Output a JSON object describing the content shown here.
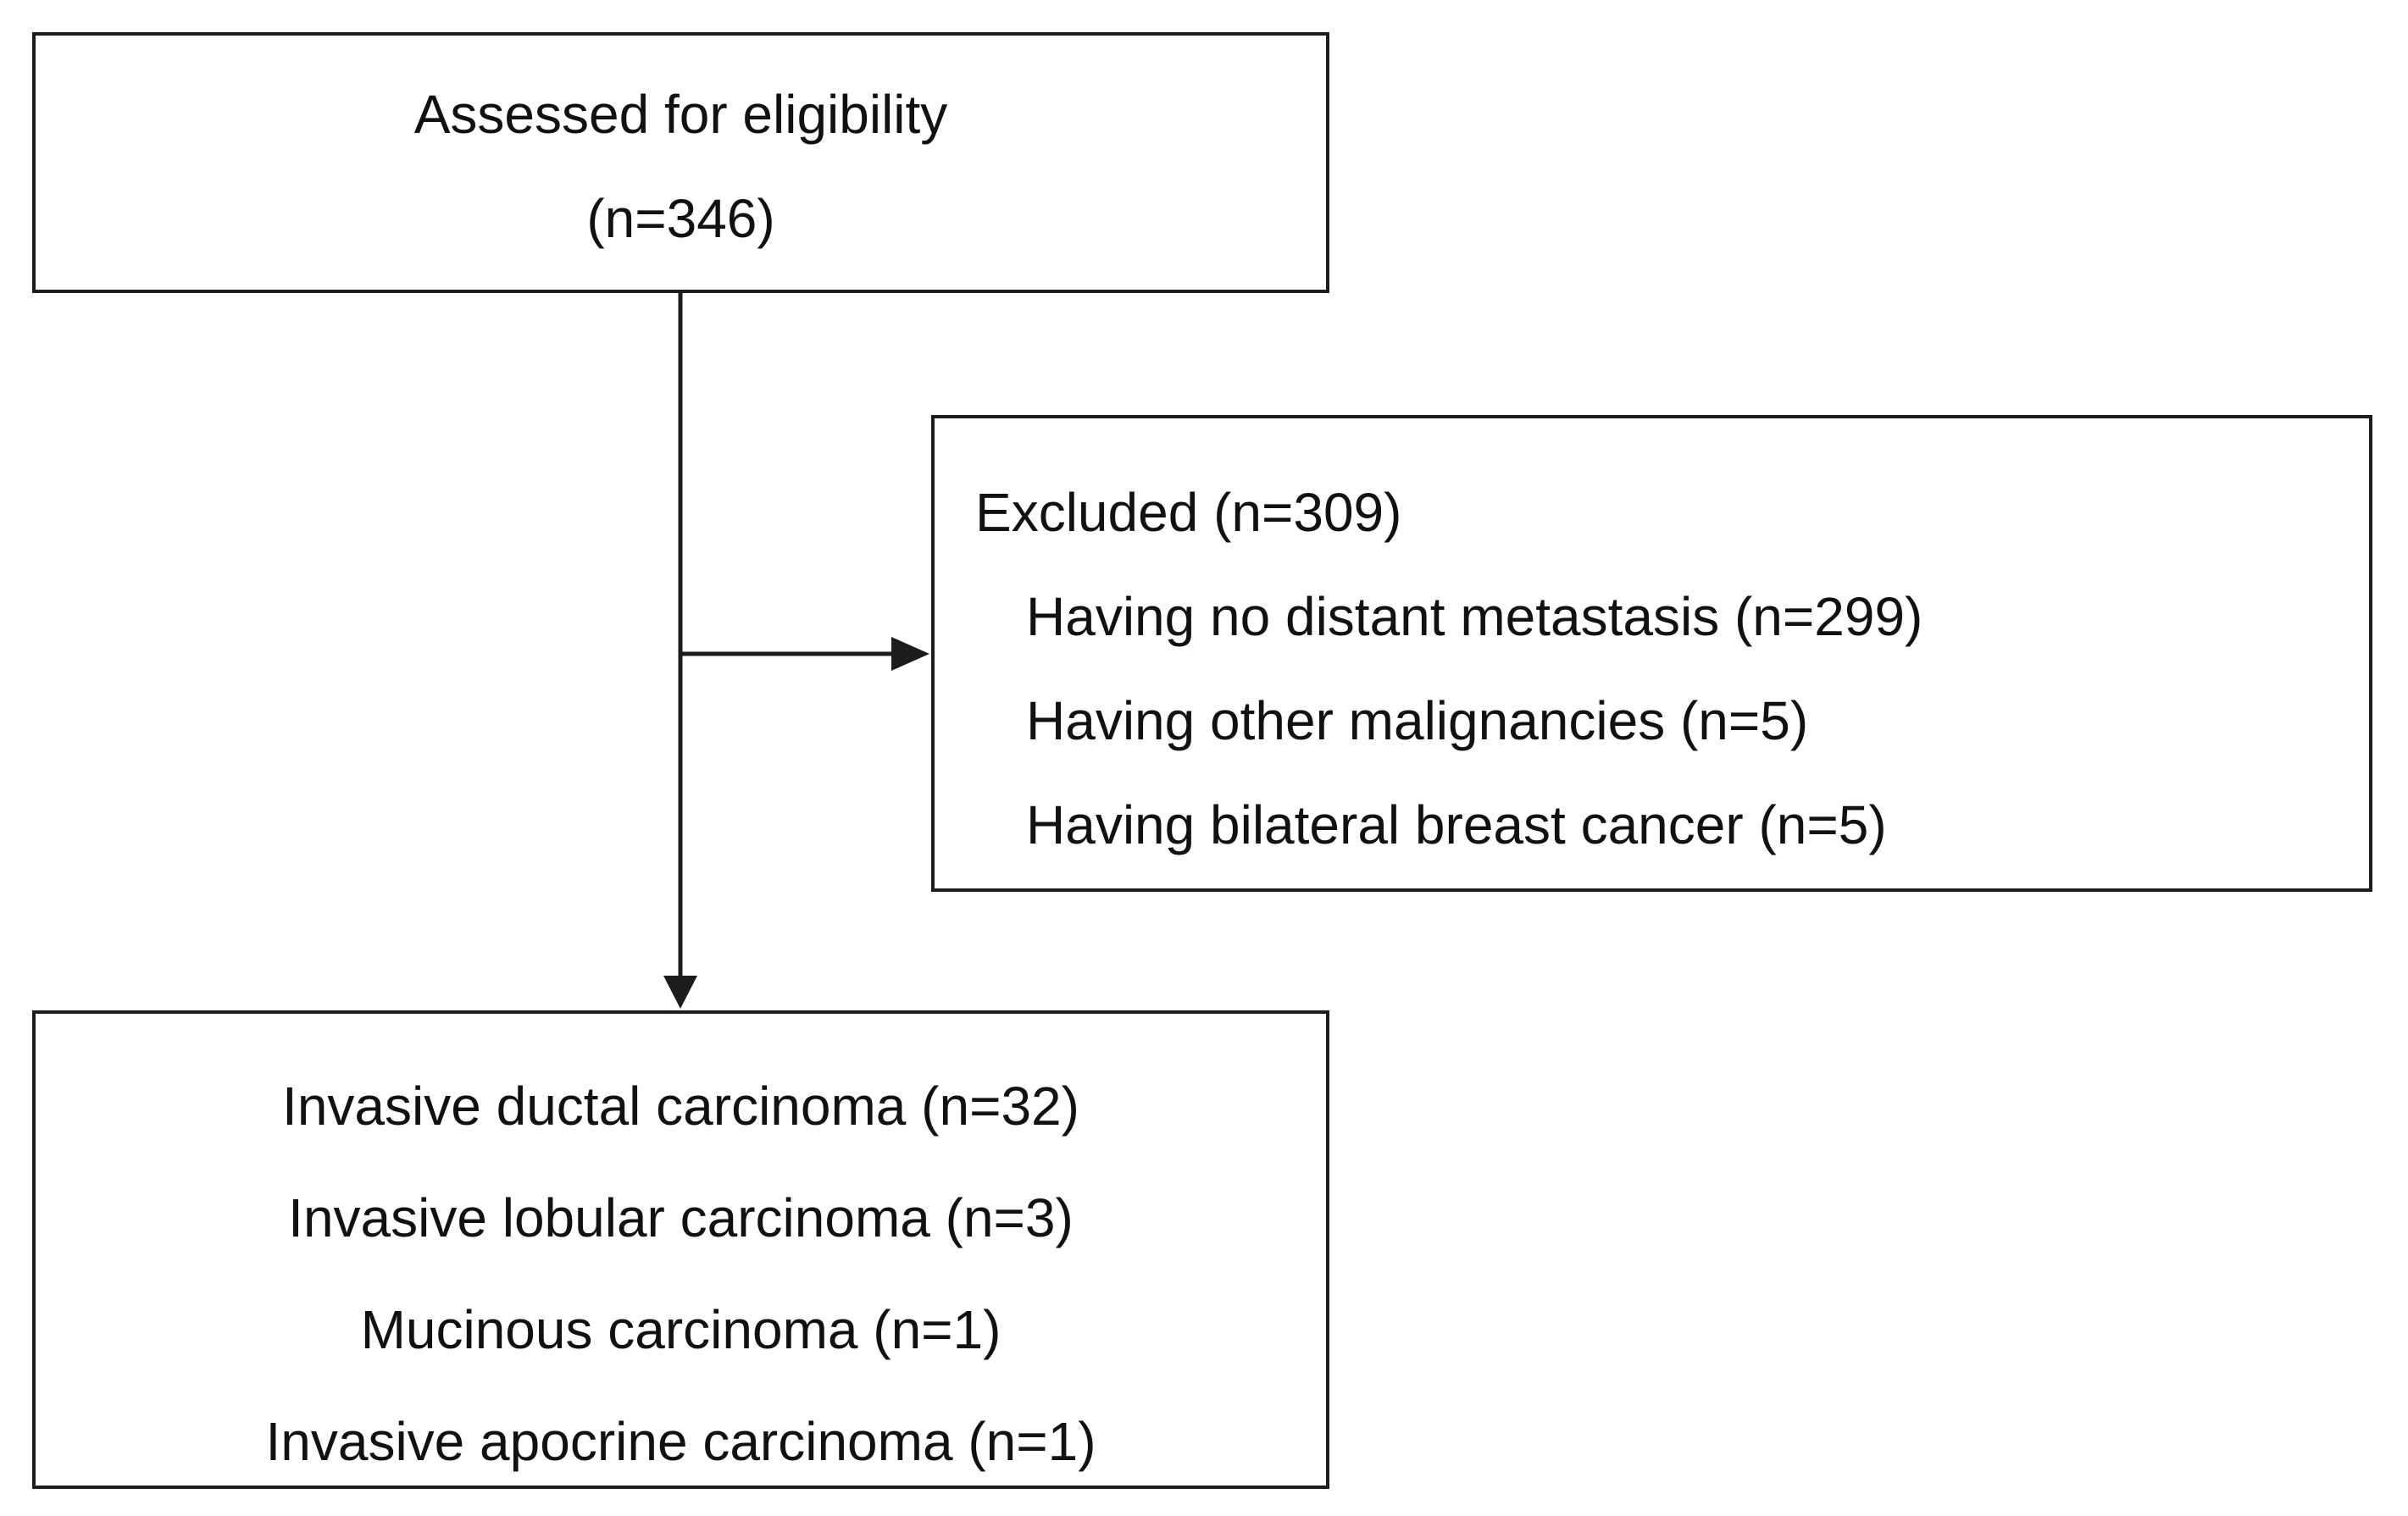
{
  "assessed_box": {
    "line1": "Assessed for eligibility",
    "line2": "(n=346)"
  },
  "excluded_box": {
    "header": "Excluded (n=309)",
    "items": [
      "Having no distant metastasis (n=299)",
      "Having other malignancies (n=5)",
      "Having bilateral breast cancer (n=5)"
    ]
  },
  "included_box": {
    "items": [
      "Invasive ductal carcinoma (n=32)",
      "Invasive lobular carcinoma (n=3)",
      "Mucinous carcinoma (n=1)",
      "Invasive apocrine carcinoma (n=1)"
    ]
  },
  "colors": {
    "line": "#1c1c1c",
    "text": "#111111",
    "background": "#ffffff"
  }
}
